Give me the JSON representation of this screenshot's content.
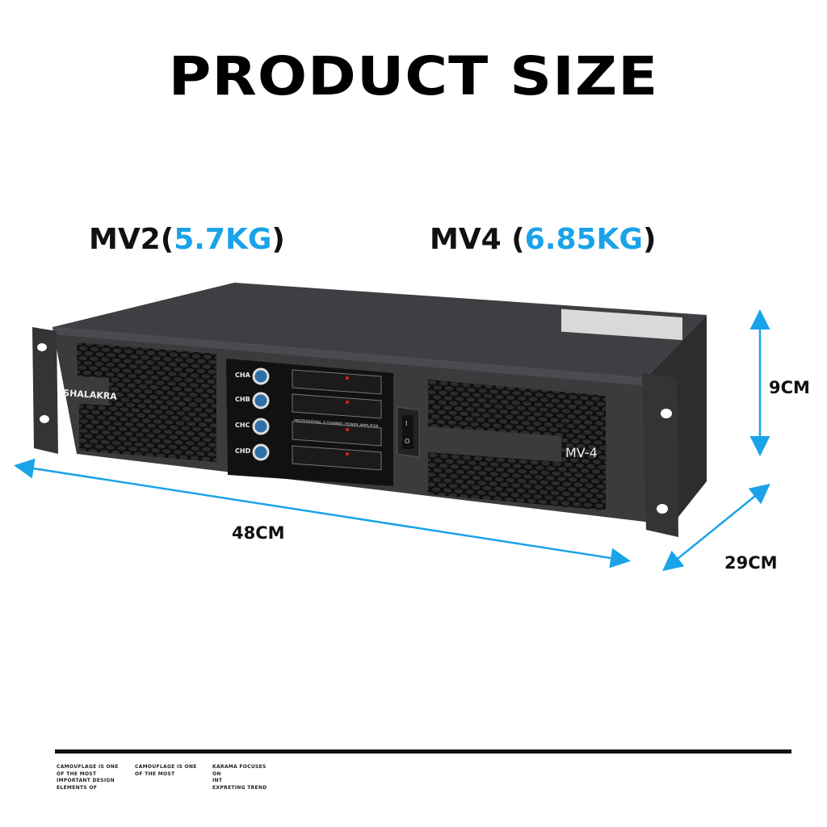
{
  "header": {
    "title": "PRODUCT SIZE"
  },
  "models": [
    {
      "name": "MV2",
      "weight": "5.7KG",
      "open": "(",
      "close": ")"
    },
    {
      "name": "MV4 ",
      "weight": "6.85KG",
      "open": "(",
      "close": ")"
    }
  ],
  "dimensions": {
    "width": "48CM",
    "height": "9CM",
    "depth": "29CM"
  },
  "product": {
    "brand": "SHALAKRA",
    "model_label": "MV-4",
    "panel_caption": "PROFESSIONAL 4 CHANNEL POWER AMPLIFIER",
    "channels": [
      "CHA",
      "CHB",
      "CHC",
      "CHD"
    ],
    "switch": {
      "on": "I",
      "off": "O"
    }
  },
  "footer": {
    "col1": [
      "CAMOUFLAGE IS ONE",
      "OF THE MOST",
      "IMPORTANT DESIGN",
      "ELEMENTS OF"
    ],
    "col2": [
      "CAMOUFLAGE IS ONE",
      "OF THE MOST"
    ],
    "col3": [
      "KARAMA FOCUSES",
      "ON",
      "INT",
      "EXPRETING TREND"
    ]
  },
  "colors": {
    "accent": "#1aa3e8",
    "chassis": "#3a3b3d",
    "grille": "#121212"
  }
}
